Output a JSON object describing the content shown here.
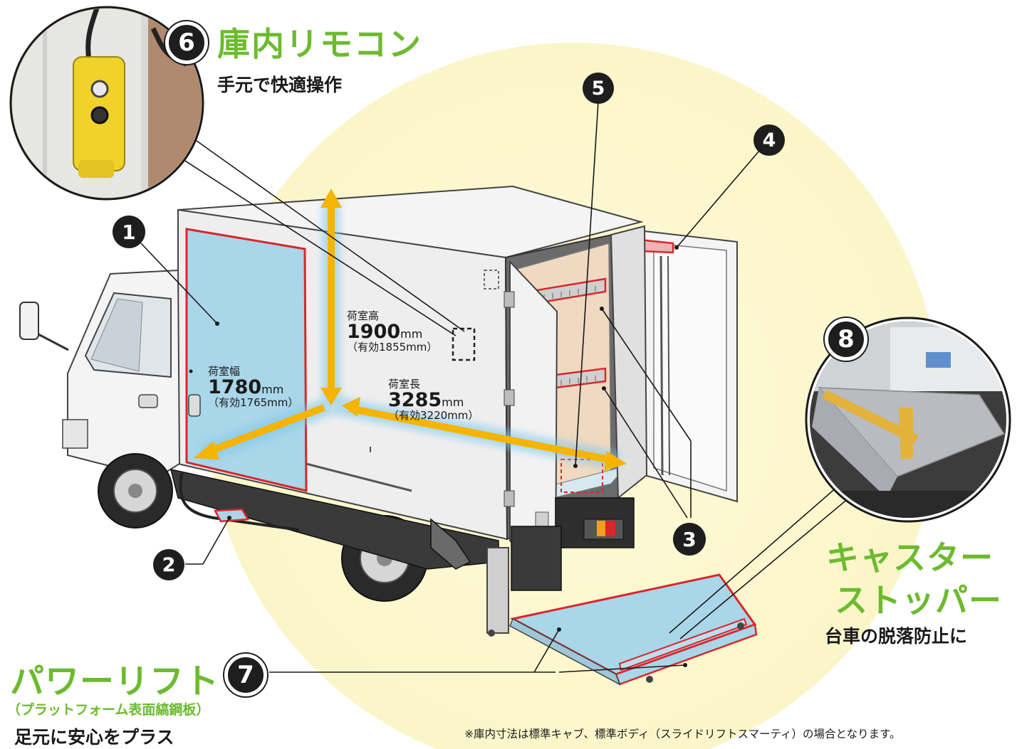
{
  "colors": {
    "accent_green": "#6cbb2f",
    "highlight_blue": "#a9d6e8",
    "outline_red": "#d9262b",
    "arrow_orange": "#f4b400",
    "glow_yellow": "#fbf6c9"
  },
  "features": {
    "f6": {
      "number": "6",
      "title": "庫内リモコン",
      "caption": "手元で快適操作"
    },
    "f7": {
      "number": "7",
      "title": "パワーリフト",
      "subtitle": "（プラットフォーム表面縞鋼板）",
      "caption": "足元に安心をプラス"
    },
    "f8": {
      "number": "8",
      "title_line1": "キャスター",
      "title_line2": "ストッパー",
      "caption": "台車の脱落防止に"
    }
  },
  "markers": {
    "m1": "1",
    "m2": "2",
    "m3": "3",
    "m4": "4",
    "m5": "5"
  },
  "dimensions": {
    "height": {
      "label": "荷室高",
      "value": "1900",
      "unit": "mm",
      "effective": "（有効1855mm）"
    },
    "width": {
      "label": "荷室幅",
      "value": "1780",
      "unit": "mm",
      "effective": "（有効1765mm）"
    },
    "length": {
      "label": "荷室長",
      "value": "3285",
      "unit": "mm",
      "effective": "（有効3220mm）"
    }
  },
  "footnote": "※庫内寸法は標準キャブ、標準ボディ（スライドリフトスマーティ）の場合となります。",
  "icons": [
    "remote-control-photo",
    "caster-stopper-photo",
    "truck-illustration",
    "dimension-arrows"
  ]
}
